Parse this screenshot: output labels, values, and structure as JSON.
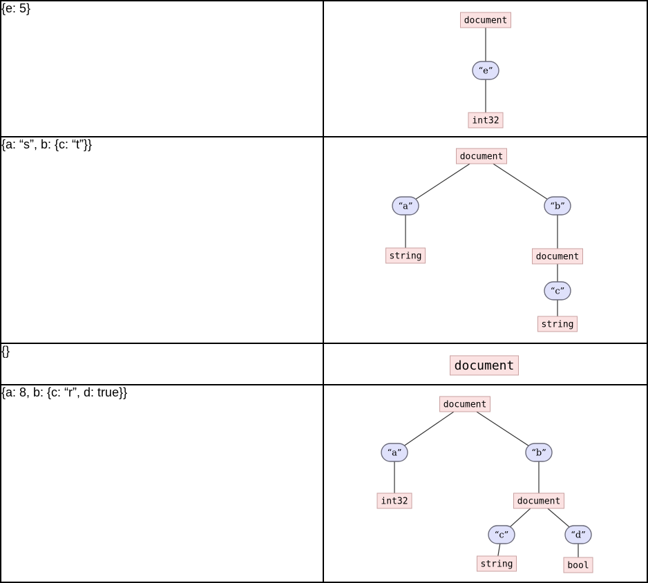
{
  "rows": [
    {
      "code": "{e: 5}",
      "tree": {
        "nodes": [
          {
            "id": "root",
            "kind": "type",
            "label": "document"
          },
          {
            "id": "e",
            "kind": "key",
            "label": "“e”"
          },
          {
            "id": "e_t",
            "kind": "type",
            "label": "int32"
          }
        ],
        "edges": [
          [
            "root",
            "e"
          ],
          [
            "e",
            "e_t"
          ]
        ]
      }
    },
    {
      "code": "{a: “s”, b: {c: “t”}}",
      "tree": {
        "nodes": [
          {
            "id": "root",
            "kind": "type",
            "label": "document"
          },
          {
            "id": "a",
            "kind": "key",
            "label": "“a”"
          },
          {
            "id": "a_t",
            "kind": "type",
            "label": "string"
          },
          {
            "id": "b",
            "kind": "key",
            "label": "“b”"
          },
          {
            "id": "b_t",
            "kind": "type",
            "label": "document"
          },
          {
            "id": "c",
            "kind": "key",
            "label": "“c”"
          },
          {
            "id": "c_t",
            "kind": "type",
            "label": "string"
          }
        ],
        "edges": [
          [
            "root",
            "a"
          ],
          [
            "a",
            "a_t"
          ],
          [
            "root",
            "b"
          ],
          [
            "b",
            "b_t"
          ],
          [
            "b_t",
            "c"
          ],
          [
            "c",
            "c_t"
          ]
        ]
      }
    },
    {
      "code": "{}",
      "tree": {
        "nodes": [
          {
            "id": "root",
            "kind": "type",
            "label": "document",
            "big": true
          }
        ],
        "edges": []
      }
    },
    {
      "code": "{a: 8, b: {c: “r”, d: true}}",
      "tree": {
        "nodes": [
          {
            "id": "root",
            "kind": "type",
            "label": "document"
          },
          {
            "id": "a",
            "kind": "key",
            "label": "“a”"
          },
          {
            "id": "a_t",
            "kind": "type",
            "label": "int32"
          },
          {
            "id": "b",
            "kind": "key",
            "label": "“b”"
          },
          {
            "id": "b_t",
            "kind": "type",
            "label": "document"
          },
          {
            "id": "c",
            "kind": "key",
            "label": "“c”"
          },
          {
            "id": "c_t",
            "kind": "type",
            "label": "string"
          },
          {
            "id": "d",
            "kind": "key",
            "label": "“d”"
          },
          {
            "id": "d_t",
            "kind": "type",
            "label": "bool"
          }
        ],
        "edges": [
          [
            "root",
            "a"
          ],
          [
            "a",
            "a_t"
          ],
          [
            "root",
            "b"
          ],
          [
            "b",
            "b_t"
          ],
          [
            "b_t",
            "c"
          ],
          [
            "c",
            "c_t"
          ],
          [
            "b_t",
            "d"
          ],
          [
            "d",
            "d_t"
          ]
        ]
      }
    }
  ]
}
